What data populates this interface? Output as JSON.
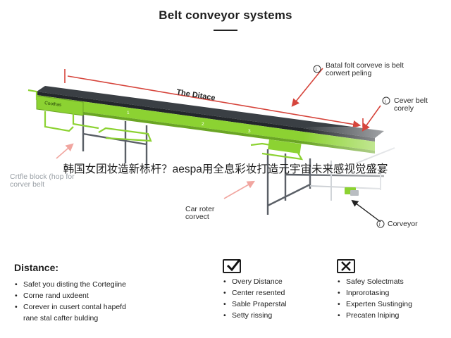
{
  "title": "Belt conveyor systems",
  "diagram": {
    "distance_label": "The Ditace",
    "frame_label": "Coothas",
    "segment_numbers": [
      "1",
      "2",
      "3"
    ],
    "annotations": [
      {
        "id": "top-right",
        "text": "Batal folt corveve is belt\ncorwert peling"
      },
      {
        "id": "right",
        "text": "Cever belt\ncorely"
      },
      {
        "id": "left",
        "text": "Crtfle block (hop for\ncorver belt"
      },
      {
        "id": "center",
        "text": "Car roter\ncorvect"
      },
      {
        "id": "bottom-right",
        "text": "Corveyor"
      }
    ],
    "colors": {
      "accent": "#8cd232",
      "belt": "#3a3f44",
      "frame": "#5a5f66",
      "arrow": "#d6453c"
    }
  },
  "overlay_caption": "韩国女团妆造新标杆？aespa用全息彩妆打造元宇宙未来感视觉盛宴",
  "sections": {
    "distance": {
      "heading": "Distance:",
      "items": [
        "Safet you disting the Cortegiine",
        "Corne rand uxdeent",
        "Corever in cusert contal hapefd\nrane stal cafter bulding"
      ]
    },
    "check": {
      "icon": "check-icon",
      "items": [
        "Overy Distance",
        "Center resented",
        "Sable Praperstal",
        "Setty rissing"
      ]
    },
    "cross": {
      "icon": "x-icon",
      "items": [
        "Safey Solectmats",
        "Inprorotasing",
        "Experten Sustinging",
        "Precaten lniping"
      ]
    }
  }
}
